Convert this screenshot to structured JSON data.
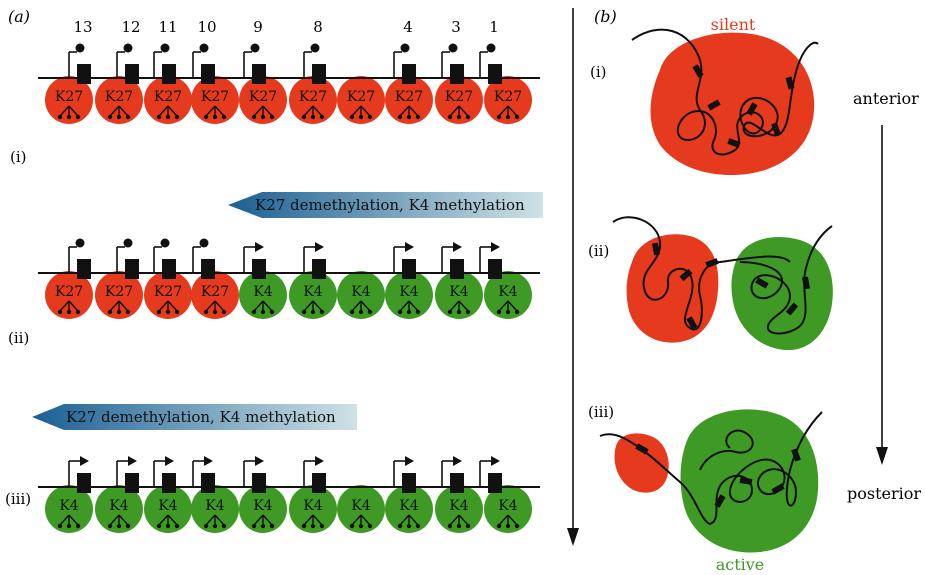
{
  "panel_a": {
    "label": "(a)",
    "gene_numbers": [
      "13",
      "12",
      "11",
      "10",
      "9",
      "8",
      "4",
      "3",
      "1"
    ],
    "rows": [
      {
        "label": "(i)",
        "nucleosomes": [
          {
            "mark": "K27",
            "color": "red"
          },
          {
            "mark": "K27",
            "color": "red"
          },
          {
            "mark": "K27",
            "color": "red"
          },
          {
            "mark": "K27",
            "color": "red"
          },
          {
            "mark": "K27",
            "color": "red"
          },
          {
            "mark": "K27",
            "color": "red"
          },
          {
            "mark": "K27",
            "color": "red"
          },
          {
            "mark": "K27",
            "color": "red"
          },
          {
            "mark": "K27",
            "color": "red"
          },
          {
            "mark": "K27",
            "color": "red"
          }
        ],
        "promoters": [
          "off",
          "off",
          "off",
          "off",
          "off",
          "off",
          "off",
          "off",
          "off"
        ]
      },
      {
        "label": "(ii)",
        "nucleosomes": [
          {
            "mark": "K27",
            "color": "red"
          },
          {
            "mark": "K27",
            "color": "red"
          },
          {
            "mark": "K27",
            "color": "red"
          },
          {
            "mark": "K27",
            "color": "red"
          },
          {
            "mark": "K4",
            "color": "green"
          },
          {
            "mark": "K4",
            "color": "green"
          },
          {
            "mark": "K4",
            "color": "green"
          },
          {
            "mark": "K4",
            "color": "green"
          },
          {
            "mark": "K4",
            "color": "green"
          },
          {
            "mark": "K4",
            "color": "green"
          }
        ],
        "promoters": [
          "off",
          "off",
          "off",
          "off",
          "on",
          "on",
          "on",
          "on",
          "on"
        ]
      },
      {
        "label": "(iii)",
        "nucleosomes": [
          {
            "mark": "K4",
            "color": "green"
          },
          {
            "mark": "K4",
            "color": "green"
          },
          {
            "mark": "K4",
            "color": "green"
          },
          {
            "mark": "K4",
            "color": "green"
          },
          {
            "mark": "K4",
            "color": "green"
          },
          {
            "mark": "K4",
            "color": "green"
          },
          {
            "mark": "K4",
            "color": "green"
          },
          {
            "mark": "K4",
            "color": "green"
          },
          {
            "mark": "K4",
            "color": "green"
          },
          {
            "mark": "K4",
            "color": "green"
          }
        ],
        "promoters": [
          "on",
          "on",
          "on",
          "on",
          "on",
          "on",
          "on",
          "on",
          "on"
        ]
      }
    ],
    "arrows": [
      {
        "text": "K27 demethylation, K4 methylation"
      },
      {
        "text": "K27 demethylation, K4 methylation"
      }
    ]
  },
  "panel_b": {
    "label": "(b)",
    "row_labels": [
      "(i)",
      "(ii)",
      "(iii)"
    ],
    "silent_label": "silent",
    "active_label": "active",
    "anterior_label": "anterior",
    "posterior_label": "posterior"
  },
  "colors": {
    "red": "#e63a1e",
    "green": "#3f9a25",
    "arrow_dark": "#1a5f93",
    "arrow_light": "#cfe2e6",
    "line": "#111111",
    "silent_text": "#e63a1e",
    "active_text": "#3f9a25"
  }
}
